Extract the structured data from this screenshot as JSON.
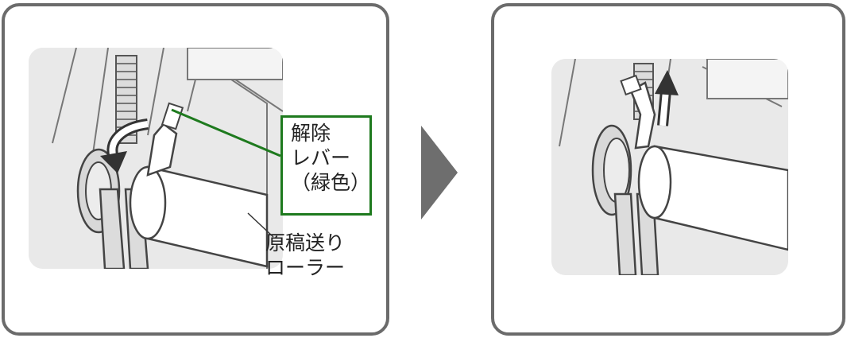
{
  "labels": {
    "release_lever": [
      "解除",
      "レバー",
      "（緑色）"
    ],
    "document_feed_roller": [
      "原稿送り",
      "ローラー"
    ]
  },
  "colors": {
    "frame_border": "#6b6b6b",
    "callout_green": "#1e7a1e",
    "arrow_gray": "#6e6e6e",
    "illustration_bg": "#ebebeb"
  },
  "icons": {
    "rotate_arrow": "curved-arrow-icon",
    "lift_arrow": "upward-arrow-icon",
    "step_arrow": "right-chevron-icon"
  }
}
